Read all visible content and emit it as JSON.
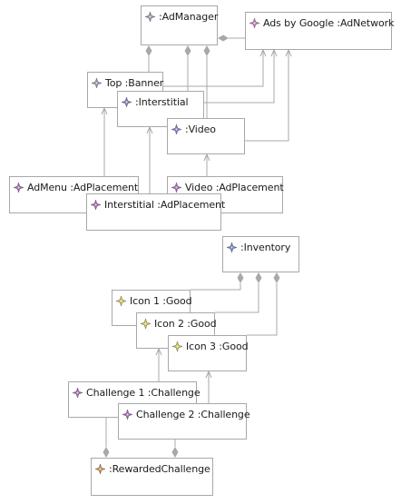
{
  "diagram": {
    "nodes": {
      "ad_manager": {
        "label": ":AdManager",
        "icon": "star-icon",
        "color": "#8e8ea8"
      },
      "ad_network": {
        "label": "Ads by Google :AdNetwork",
        "icon": "star-icon",
        "color": "#c070b0"
      },
      "banner": {
        "label": "Top :Banner",
        "icon": "star-icon",
        "color": "#8e8ea8"
      },
      "interstitial": {
        "label": ":Interstitial",
        "icon": "star-icon",
        "color": "#8070c0"
      },
      "video": {
        "label": ":Video",
        "icon": "star-icon",
        "color": "#8070c0"
      },
      "admenu_placement": {
        "label": "AdMenu :AdPlacement",
        "icon": "star-icon",
        "color": "#a060b0"
      },
      "video_placement": {
        "label": "Video :AdPlacement",
        "icon": "star-icon",
        "color": "#a060b0"
      },
      "interstitial_placement": {
        "label": "Interstitial :AdPlacement",
        "icon": "star-icon",
        "color": "#a060b0"
      },
      "inventory": {
        "label": ":Inventory",
        "icon": "star-icon",
        "color": "#6f78c0"
      },
      "icon1": {
        "label": "Icon 1 :Good",
        "icon": "star-icon",
        "color": "#c8c050"
      },
      "icon2": {
        "label": "Icon 2 :Good",
        "icon": "star-icon",
        "color": "#c8c050"
      },
      "icon3": {
        "label": "Icon 3 :Good",
        "icon": "star-icon",
        "color": "#c8c050"
      },
      "challenge1": {
        "label": "Challenge 1 :Challenge",
        "icon": "star-icon",
        "color": "#a060b0"
      },
      "challenge2": {
        "label": "Challenge 2 :Challenge",
        "icon": "star-icon",
        "color": "#a060b0"
      },
      "rewarded": {
        "label": ":RewardedChallenge",
        "icon": "star-icon",
        "color": "#c8844a"
      }
    },
    "line_color": "#a8a8a8"
  }
}
